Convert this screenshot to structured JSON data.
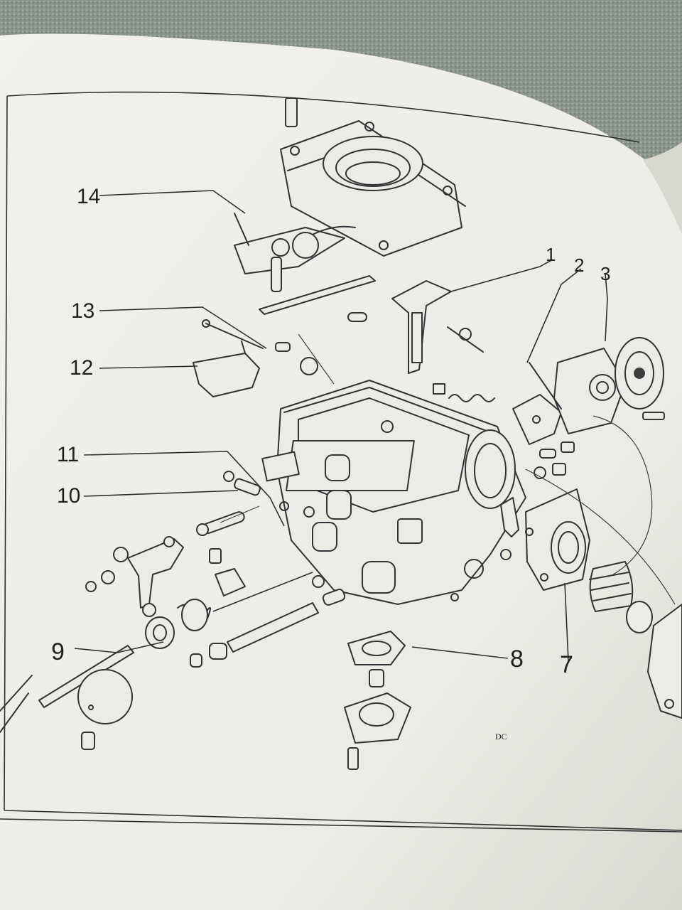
{
  "figure": {
    "callouts": [
      {
        "id": "14",
        "label": "14"
      },
      {
        "id": "13",
        "label": "13"
      },
      {
        "id": "12",
        "label": "12"
      },
      {
        "id": "11",
        "label": "11"
      },
      {
        "id": "10",
        "label": "10"
      },
      {
        "id": "9",
        "label": "9"
      },
      {
        "id": "1",
        "label": "1"
      },
      {
        "id": "2",
        "label": "2"
      },
      {
        "id": "3",
        "label": "3"
      },
      {
        "id": "8",
        "label": "8"
      },
      {
        "id": "7",
        "label": "7"
      }
    ],
    "artist_mark": "DC"
  },
  "colors": {
    "page": "#efeee9",
    "background_carpet": "#7f8a80",
    "ink": "#2e3232"
  }
}
